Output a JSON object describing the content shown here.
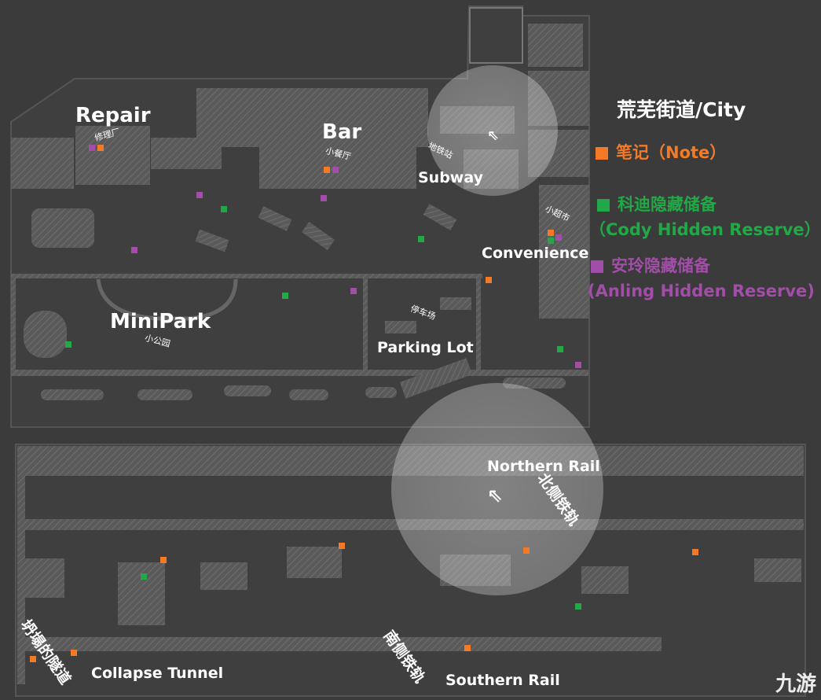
{
  "legend": {
    "title": "荒芜街道/City",
    "note": {
      "label": "笔记（Note）",
      "color": "#f47a27"
    },
    "cody": {
      "label": "科迪隐藏储备",
      "sub": "（Cody Hidden Reserve）",
      "color": "#22a847"
    },
    "anling": {
      "label": "安玲隐藏储备",
      "sub": "(Anling Hidden Reserve)",
      "color": "#a24ea9"
    }
  },
  "city": {
    "repair": {
      "en": "Repair",
      "cn": "修理厂"
    },
    "bar": {
      "en": "Bar",
      "cn": "小餐厅"
    },
    "subway": {
      "en": "Subway",
      "cn": "地铁站"
    },
    "convenience": {
      "en": "Convenience",
      "cn": "小超市"
    },
    "minipark": {
      "en": "MiniPark",
      "cn": "小公园"
    },
    "parking": {
      "en": "Parking Lot",
      "cn": "停车场"
    }
  },
  "tunnel": {
    "northern": {
      "en": "Northern Rail",
      "cn": "北侧铁轨"
    },
    "southern": {
      "en": "Southern Rail",
      "cn": "南侧铁轨"
    },
    "collapse": {
      "en": "Collapse Tunnel",
      "cn": "坍塌的隧道"
    }
  },
  "watermark": "九游",
  "markers": {
    "note": [
      [
        128,
        188
      ],
      [
        416,
        216
      ],
      [
        701,
        296
      ],
      [
        622,
        356
      ],
      [
        435,
        694
      ],
      [
        208,
        712
      ],
      [
        670,
        700
      ],
      [
        885,
        702
      ],
      [
        94,
        830
      ],
      [
        42,
        838
      ],
      [
        595,
        824
      ]
    ],
    "cody": [
      [
        285,
        266
      ],
      [
        536,
        304
      ],
      [
        701,
        306
      ],
      [
        363,
        376
      ],
      [
        87,
        438
      ],
      [
        713,
        444
      ],
      [
        183,
        733
      ],
      [
        736,
        771
      ]
    ],
    "anling": [
      [
        117,
        188
      ],
      [
        427,
        216
      ],
      [
        254,
        248
      ],
      [
        412,
        252
      ],
      [
        171,
        318
      ],
      [
        711,
        302
      ],
      [
        450,
        370
      ],
      [
        736,
        464
      ]
    ]
  }
}
